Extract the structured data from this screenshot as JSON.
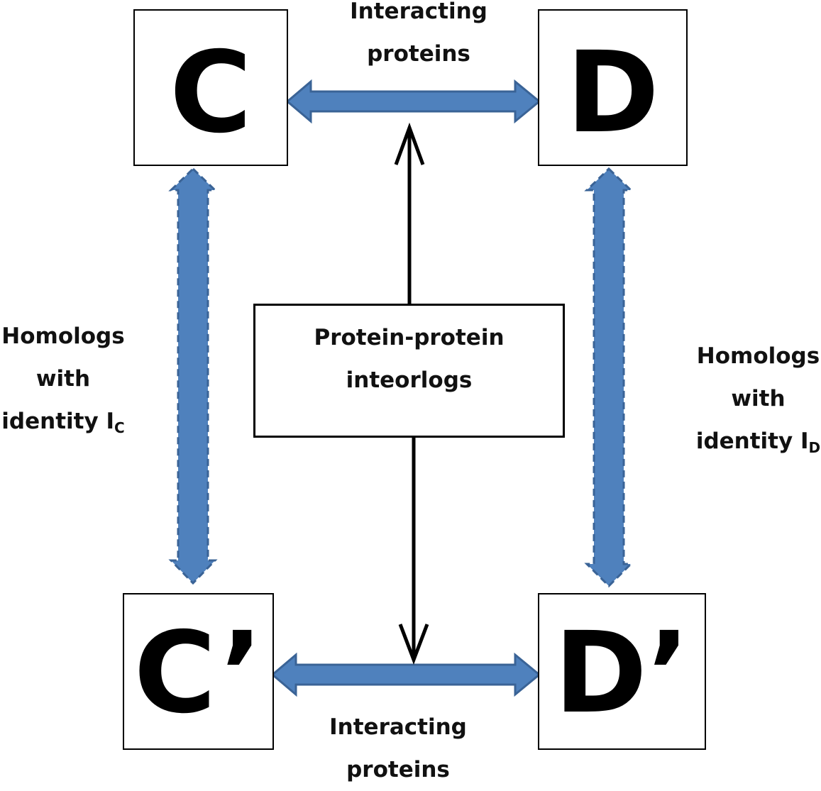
{
  "nodes": {
    "c": "C",
    "d": "D",
    "c_prime": "C’",
    "d_prime": "D’"
  },
  "center_box": {
    "line1": "Protein-protein",
    "line2": "inteorlogs"
  },
  "top_label": {
    "line1": "Interacting",
    "line2": "proteins"
  },
  "bottom_label": {
    "line1": "Interacting",
    "line2": "proteins"
  },
  "left_label": {
    "line1": "Homologs",
    "line2": "with",
    "line3": "identity I",
    "sub": "C"
  },
  "right_label": {
    "line1": "Homologs",
    "line2": "with",
    "line3": "identity I",
    "sub": "D"
  },
  "colors": {
    "arrow_fill": "#4f81bd",
    "arrow_stroke": "#3a6396",
    "line": "#000000"
  }
}
